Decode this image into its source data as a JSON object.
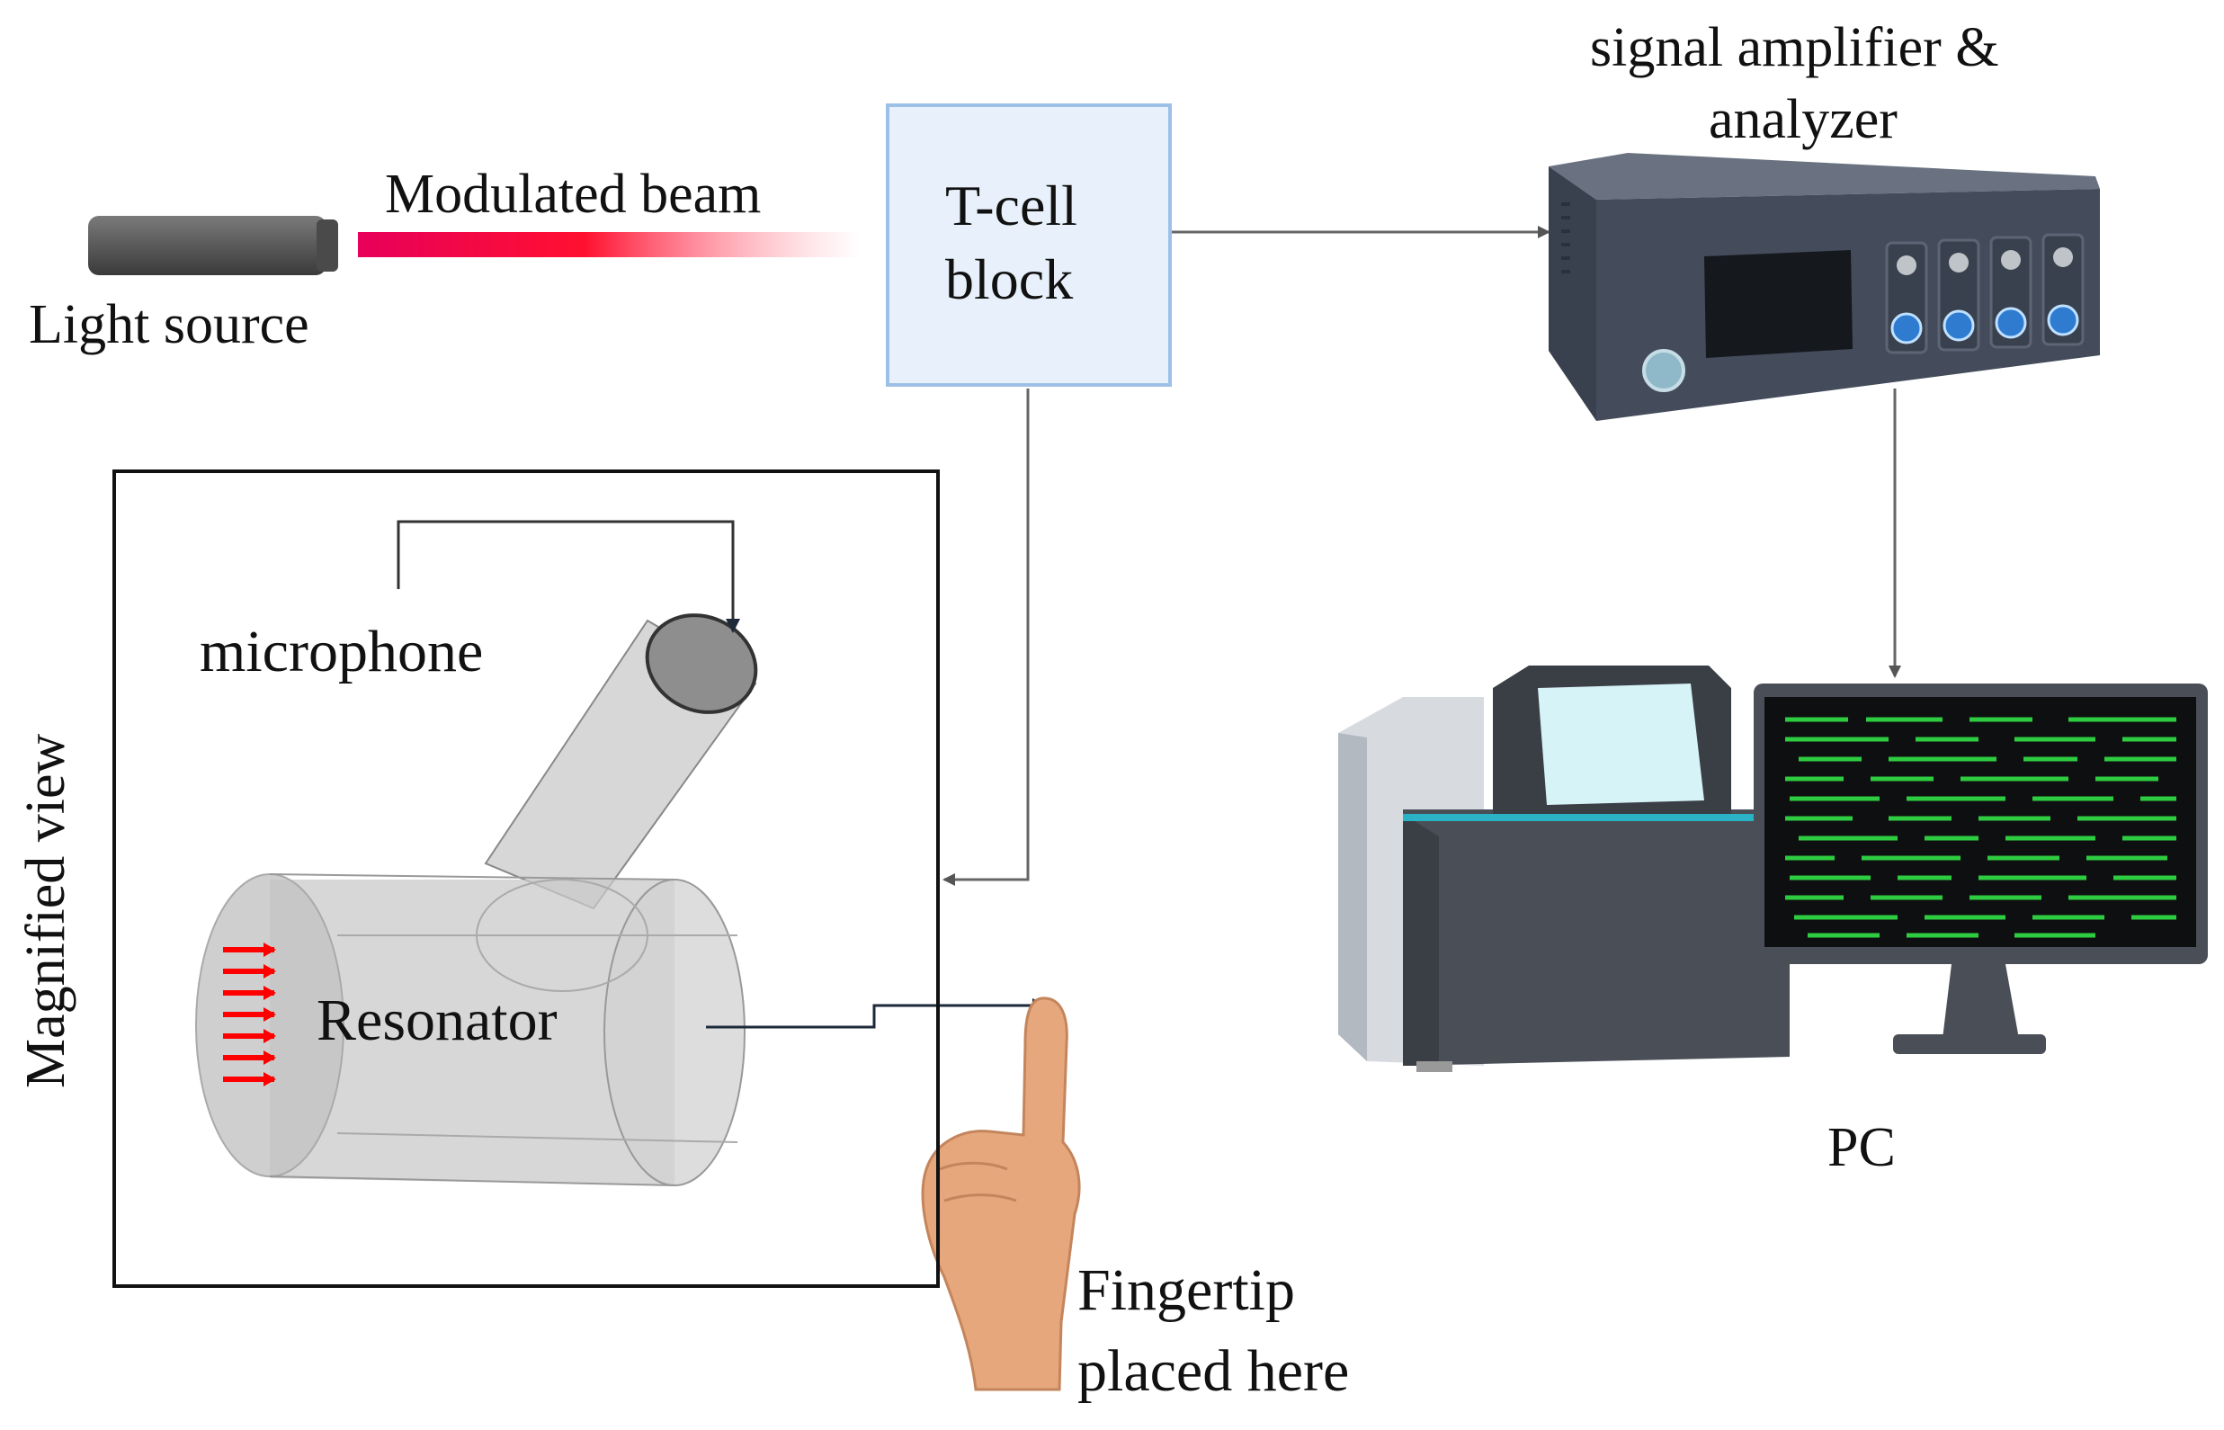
{
  "labels": {
    "light_source": "Light source",
    "modulated_beam": "Modulated beam",
    "tcell_line1": "T-cell",
    "tcell_line2": "block",
    "amplifier_line1": "signal amplifier &",
    "amplifier_line2": "analyzer",
    "microphone": "microphone",
    "resonator": "Resonator",
    "magnified_view": "Magnified view",
    "pc": "PC",
    "fingertip_line1": "Fingertip",
    "fingertip_line2": "placed here"
  },
  "colors": {
    "beam": "#e8004a",
    "tcell_fill": "#e8f1fb",
    "tcell_border": "#9dc0e6",
    "device_body": "#434b5a",
    "screen_text": "#2ecc40",
    "arrows_red": "#ff0000"
  },
  "icons": {
    "light_source": "flashlight-icon",
    "amplifier": "signal-analyzer-icon",
    "pc": "computer-workstation-icon",
    "finger": "pointing-finger-icon"
  }
}
